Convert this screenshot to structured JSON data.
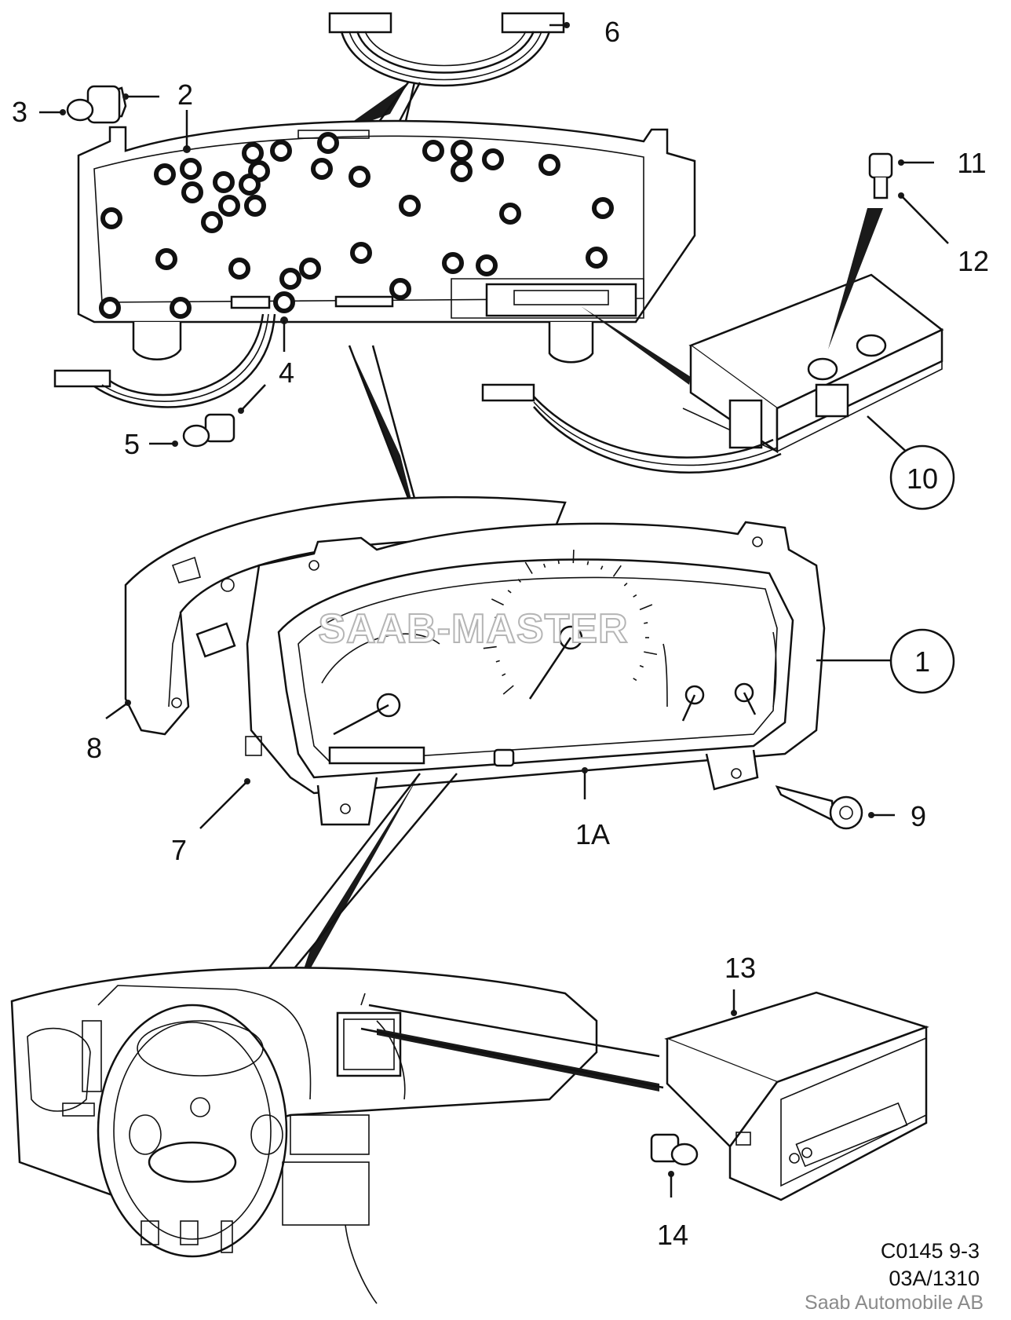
{
  "callouts": {
    "c1": "1",
    "c1A": "1A",
    "c2": "2",
    "c3": "3",
    "c4": "4",
    "c5": "5",
    "c6": "6",
    "c7": "7",
    "c8": "8",
    "c9": "9",
    "c10": "10",
    "c11": "11",
    "c12": "12",
    "c13": "13",
    "c14": "14"
  },
  "watermark": "SAAB-MASTER",
  "reference": {
    "code": "C0145 9-3",
    "date_code": "03A/1310"
  },
  "credit": "Saab Automobile AB"
}
